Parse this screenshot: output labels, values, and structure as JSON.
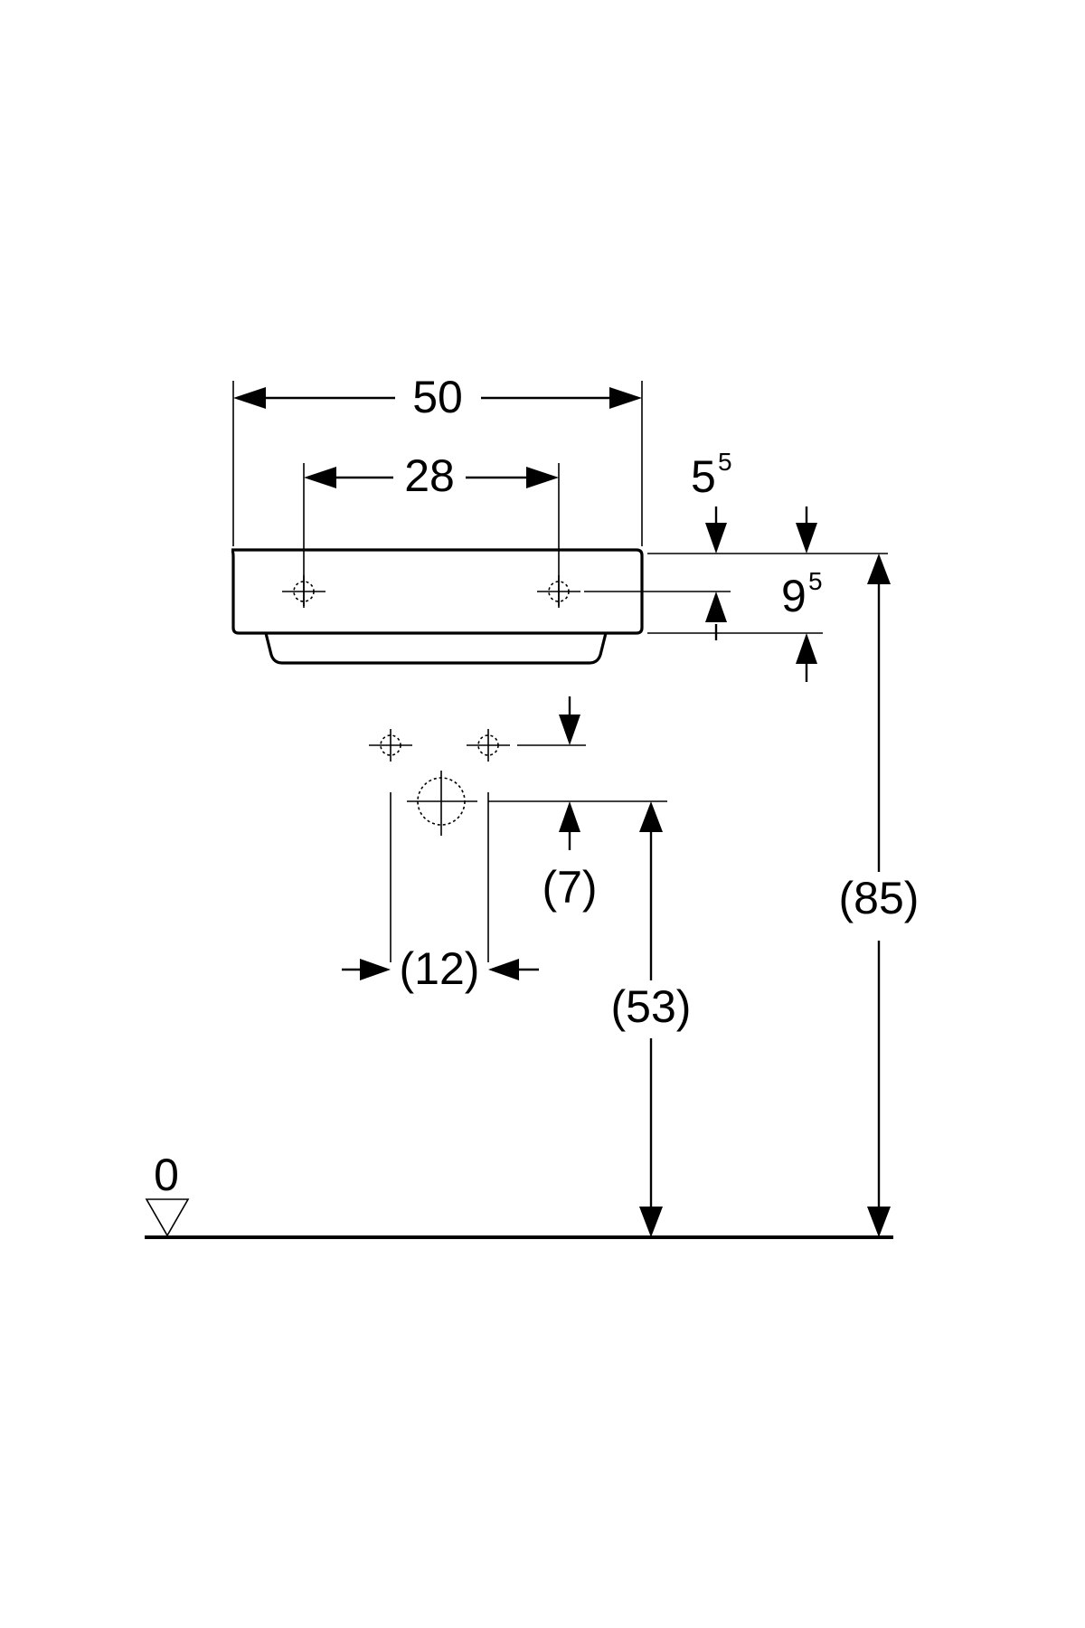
{
  "dimensions": {
    "overall_width": "50",
    "tap_hole_spacing": "28",
    "tap_hole_from_top": {
      "main": "5",
      "sup": "5"
    },
    "basin_body_height": {
      "main": "9",
      "sup": "5"
    },
    "supply_spacing": "(12)",
    "supply_offset": "(7)",
    "waste_height": "(53)",
    "rim_height": "(85)",
    "floor_level": "0"
  }
}
